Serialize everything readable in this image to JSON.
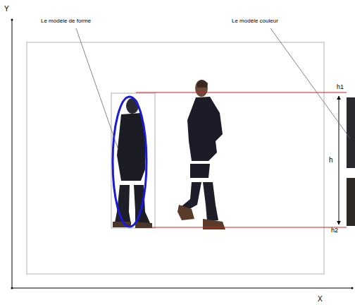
{
  "diagram": {
    "labels": [
      "Y",
      "X",
      "Le modèle de forme",
      "Le modèle couleur",
      "h1",
      "h",
      "h2"
    ]
  }
}
